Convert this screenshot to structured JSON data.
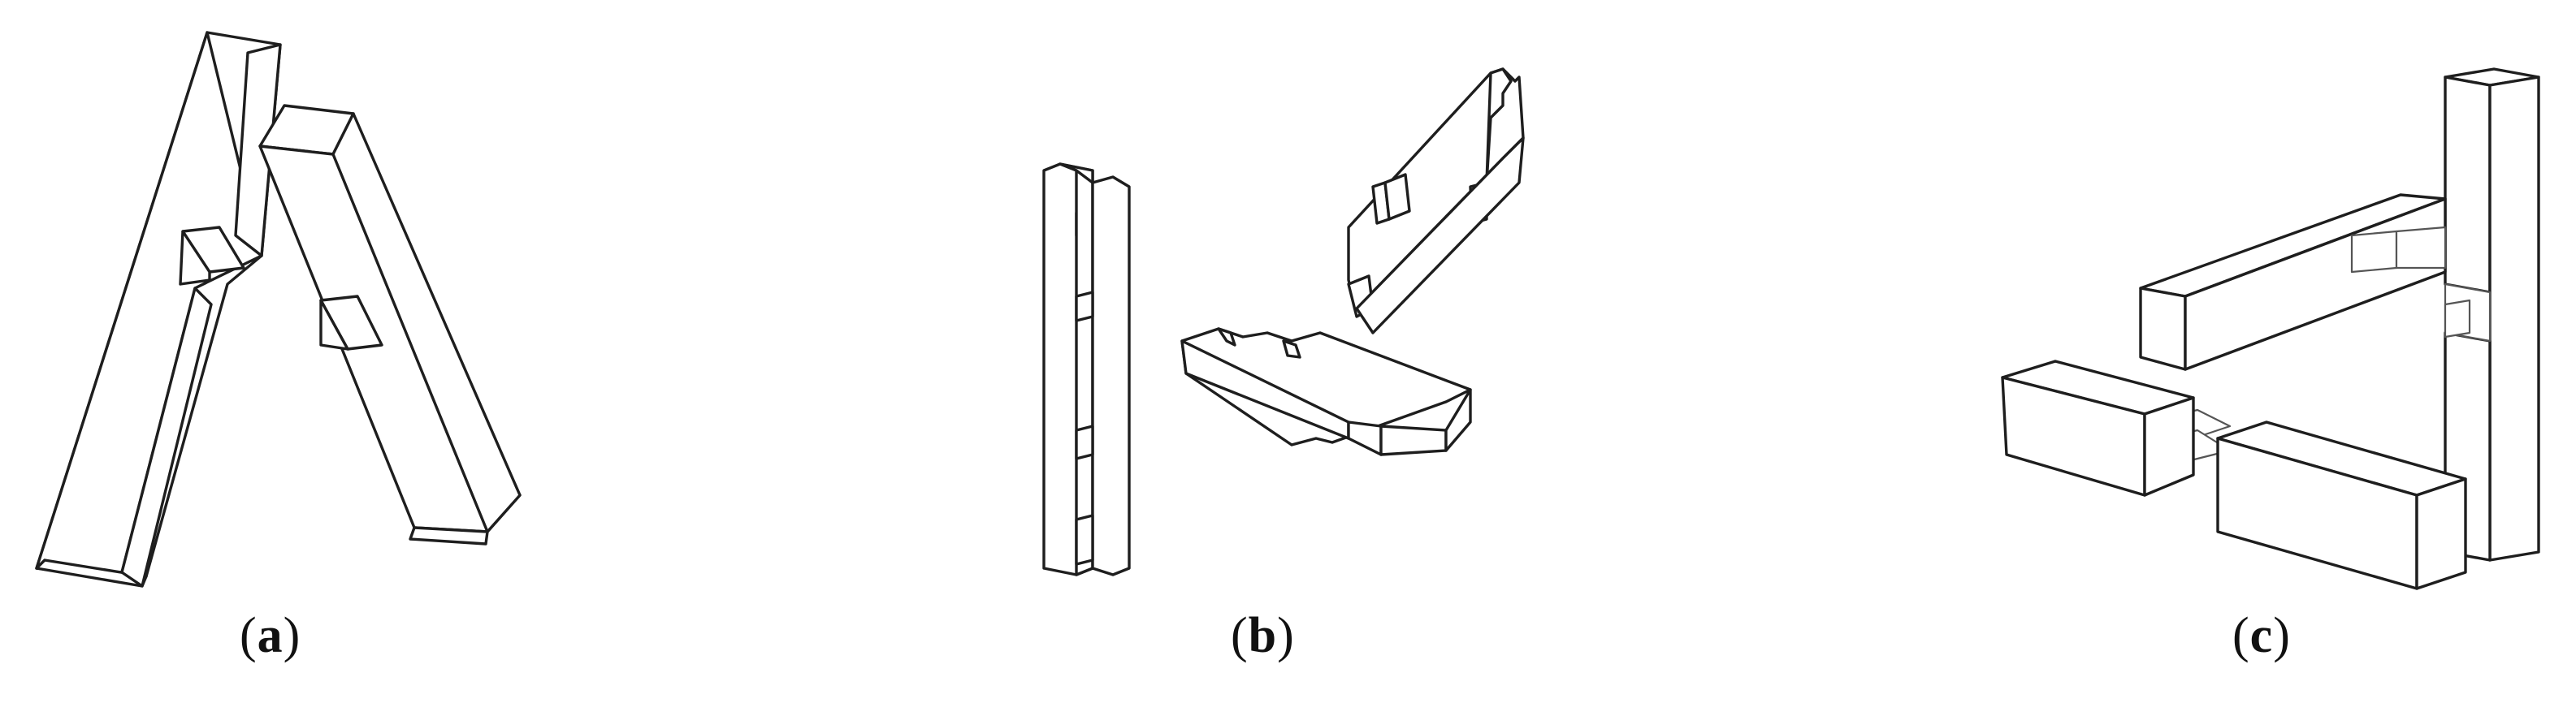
{
  "figure": {
    "panels": [
      {
        "id": "a",
        "caption_open": "(",
        "caption_letter": "a",
        "caption_close": ")"
      },
      {
        "id": "b",
        "caption_open": "(",
        "caption_letter": "b",
        "caption_close": ")"
      },
      {
        "id": "c",
        "caption_open": "(",
        "caption_letter": "c",
        "caption_close": ")"
      }
    ]
  },
  "colors": {
    "line": "#1e1e1e",
    "background": "#ffffff"
  }
}
